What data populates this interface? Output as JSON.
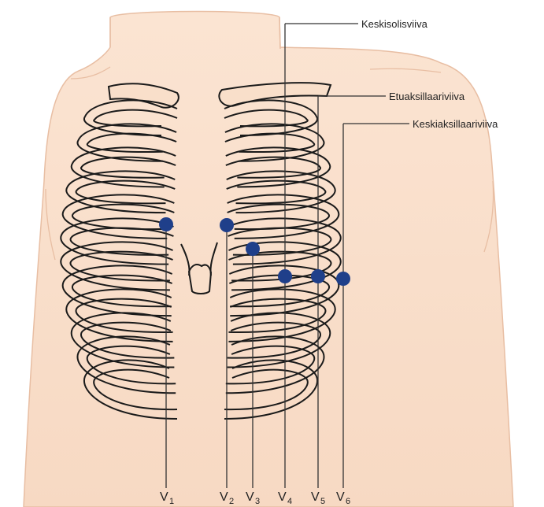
{
  "lines": [
    {
      "id": "mid-clavicular",
      "label": "Keskisolisviiva"
    },
    {
      "id": "anterior-axillary",
      "label": "Etuaksillaariviiva"
    },
    {
      "id": "mid-axillary",
      "label": "Keskiaksillaariviiva"
    }
  ],
  "electrodes": [
    {
      "id": "v1",
      "letter": "V",
      "sub": "1"
    },
    {
      "id": "v2",
      "letter": "V",
      "sub": "2"
    },
    {
      "id": "v3",
      "letter": "V",
      "sub": "3"
    },
    {
      "id": "v4",
      "letter": "V",
      "sub": "4"
    },
    {
      "id": "v5",
      "letter": "V",
      "sub": "5"
    },
    {
      "id": "v6",
      "letter": "V",
      "sub": "6"
    }
  ],
  "colors": {
    "skin": "#f9dfca",
    "skin_outline": "#e8bea3",
    "rib_stroke": "#1a1a1a",
    "electrode": "#1f3f8a",
    "leader": "#333333"
  }
}
